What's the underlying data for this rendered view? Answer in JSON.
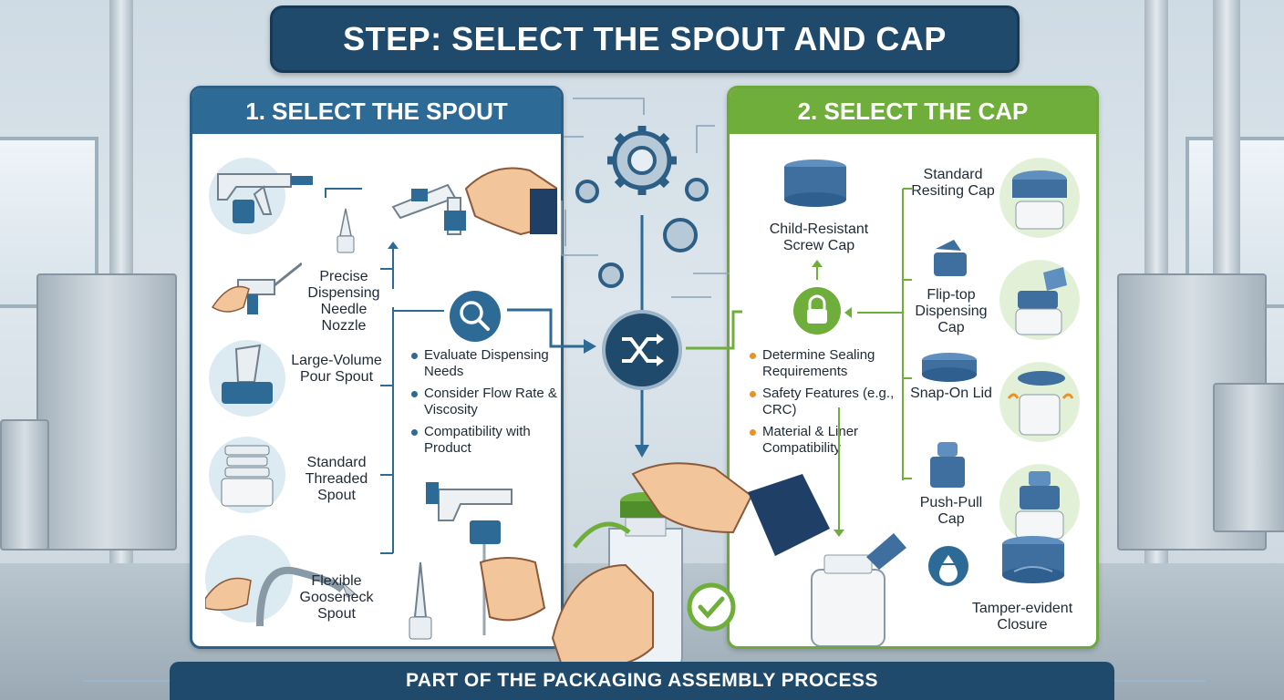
{
  "title": "STEP: SELECT THE SPOUT AND CAP",
  "spout_panel": {
    "heading": "1. SELECT THE SPOUT",
    "options": [
      {
        "label": "Precise Dispensing Needle Nozzle",
        "icon": "needle-nozzle-icon"
      },
      {
        "label": "Large-Volume Pour Spout",
        "icon": "pour-spout-icon"
      },
      {
        "label": "Standard Threaded Spout",
        "icon": "threaded-spout-icon"
      },
      {
        "label": "Flexible Gooseneck Spout",
        "icon": "gooseneck-spout-icon"
      }
    ],
    "criteria": [
      "Evaluate Dispensing Needs",
      "Consider Flow Rate & Viscosity",
      "Compatibility with Product"
    ]
  },
  "cap_panel": {
    "heading": "2. SELECT THE CAP",
    "featured": "Child-Resistant Screw Cap",
    "options": [
      {
        "label": "Standard Resiting Cap",
        "icon": "screw-cap-icon"
      },
      {
        "label": "Flip-top Dispensing Cap",
        "icon": "flip-top-cap-icon"
      },
      {
        "label": "Snap-On Lid",
        "icon": "snap-on-lid-icon"
      },
      {
        "label": "Push-Pull Cap",
        "icon": "push-pull-cap-icon"
      },
      {
        "label": "Tamper-evident Closure",
        "icon": "tamper-evident-icon"
      }
    ],
    "criteria": [
      "Determine Sealing Requirements",
      "Safety Features (e.g., CRC)",
      "Material & Liner Compatibility"
    ]
  },
  "footer": "PART OF THE PACKAGING ASSEMBLY PROCESS",
  "colors": {
    "navy": "#1f4a6b",
    "blue": "#2d6a96",
    "green": "#6fae3a",
    "orange": "#e8922a"
  }
}
